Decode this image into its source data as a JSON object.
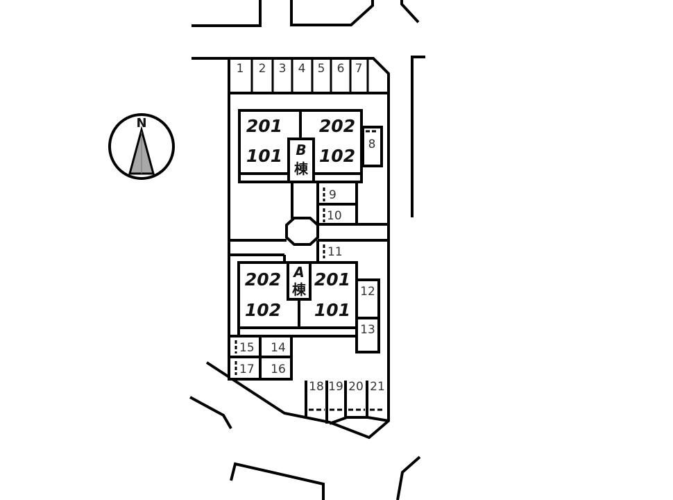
{
  "compass": {
    "label": "N"
  },
  "building_b": {
    "label_line1": "B",
    "label_line2": "棟",
    "units": [
      {
        "upper": "201",
        "lower": "101"
      },
      {
        "upper": "202",
        "lower": "102"
      }
    ]
  },
  "building_a": {
    "label_line1": "A",
    "label_line2": "棟",
    "units": [
      {
        "upper": "202",
        "lower": "102"
      },
      {
        "upper": "201",
        "lower": "101"
      }
    ]
  },
  "parking": {
    "top_row": [
      "1",
      "2",
      "3",
      "4",
      "5",
      "6",
      "7"
    ],
    "p8": "8",
    "p9": "9",
    "p10": "10",
    "p11": "11",
    "p12": "12",
    "p13": "13",
    "p14": "14",
    "p15": "15",
    "p16": "16",
    "p17": "17",
    "bottom_row": [
      "18",
      "19",
      "20",
      "21"
    ]
  },
  "colors": {
    "line": "#000000",
    "background": "#ffffff",
    "compass_fill": "#a8a8a8"
  }
}
